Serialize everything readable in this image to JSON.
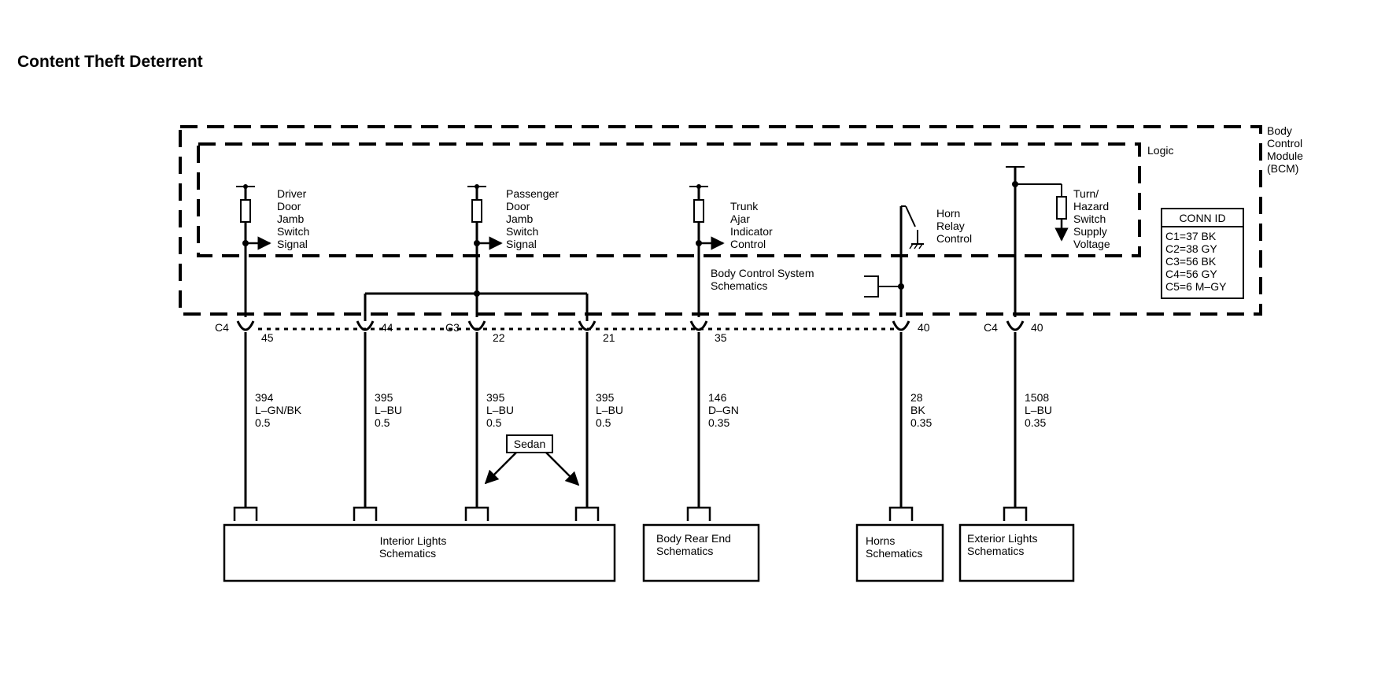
{
  "page_title": "Content Theft Deterrent",
  "bcm": {
    "label": [
      "Body",
      "Control",
      "Module",
      "(BCM)"
    ],
    "logic_label": "Logic"
  },
  "signals": {
    "driver": [
      "Driver",
      "Door",
      "Jamb",
      "Switch",
      "Signal"
    ],
    "passenger": [
      "Passenger",
      "Door",
      "Jamb",
      "Switch",
      "Signal"
    ],
    "trunk": [
      "Trunk",
      "Ajar",
      "Indicator",
      "Control"
    ],
    "horn": [
      "Horn",
      "Relay",
      "Control"
    ],
    "turn": [
      "Turn/",
      "Hazard",
      "Switch",
      "Supply",
      "Voltage"
    ]
  },
  "body_control_ref": [
    "Body Control System",
    "Schematics"
  ],
  "conn_id": {
    "header": "CONN ID",
    "rows": [
      "C1=37 BK",
      "C2=38 GY",
      "C3=56 BK",
      "C4=56 GY",
      "C5=6 M–GY"
    ]
  },
  "connectors": {
    "c4_left": "C4",
    "c3": "C3",
    "c4_right": "C4",
    "pins": [
      "45",
      "44",
      "22",
      "21",
      "35",
      "40",
      "40"
    ]
  },
  "wires": [
    [
      "394",
      "L–GN/BK",
      "0.5"
    ],
    [
      "395",
      "L–BU",
      "0.5"
    ],
    [
      "395",
      "L–BU",
      "0.5"
    ],
    [
      "395",
      "L–BU",
      "0.5"
    ],
    [
      "146",
      "D–GN",
      "0.35"
    ],
    [
      "28",
      "BK",
      "0.35"
    ],
    [
      "1508",
      "L–BU",
      "0.35"
    ]
  ],
  "option_label": "Sedan",
  "destinations": {
    "interior": [
      "Interior Lights",
      "Schematics"
    ],
    "rear": [
      "Body Rear End",
      "Schematics"
    ],
    "horns": [
      "Horns",
      "Schematics"
    ],
    "exterior": [
      "Exterior Lights",
      "Schematics"
    ]
  }
}
